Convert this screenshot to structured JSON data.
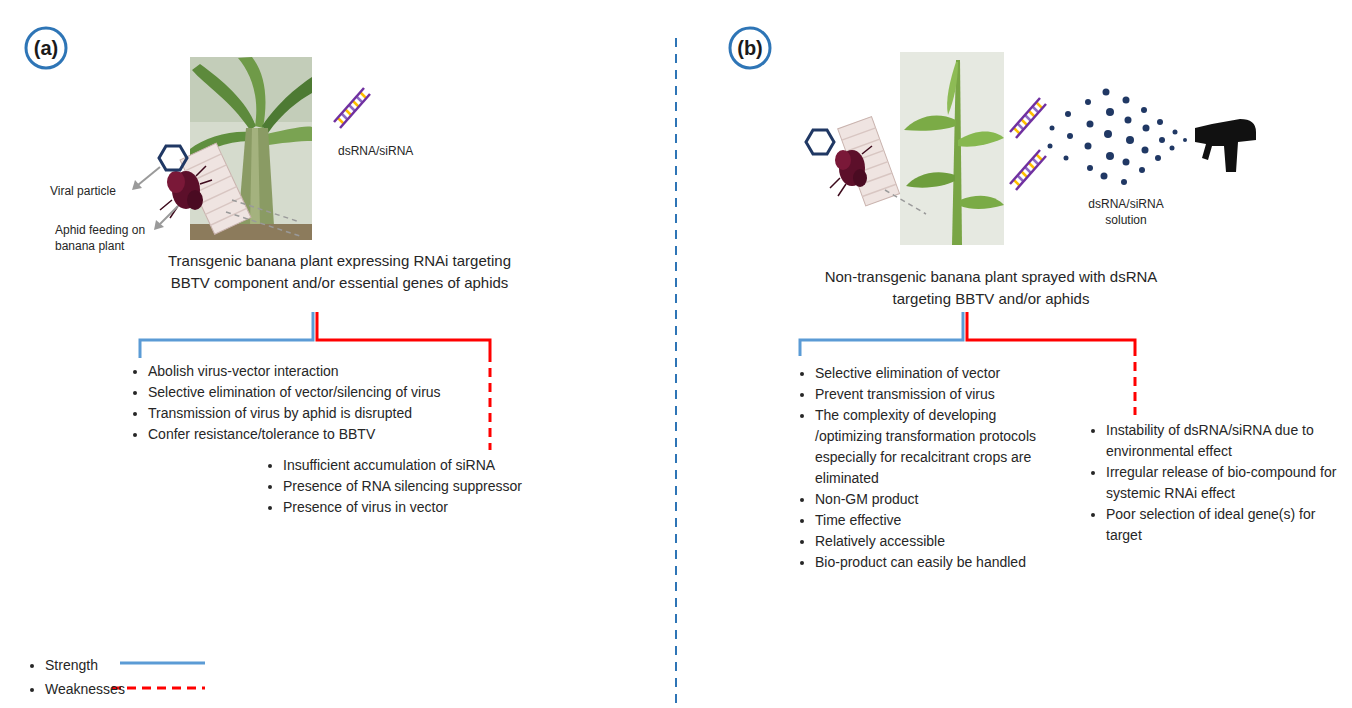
{
  "diagram": {
    "nodes": [
      {
        "text": [
          "(a)"
        ]
      },
      {
        "text": [
          "(b)"
        ]
      }
    ],
    "labels": [
      "Viral particle",
      "Aphid feeding on banana plant",
      "dsRNA/siRNA",
      "Transgenic banana plant expressing RNAi targeting BBTV component and/or essential genes of aphids",
      "Abolish virus-vector interaction",
      "Selective elimination of vector/silencing of virus",
      "Transmission of virus by aphid is disrupted",
      "Confer resistance/tolerance to BBTV",
      "Insufficient accumulation of siRNA",
      "Presence of RNA silencing suppressor",
      "Presence of virus in vector",
      "dsRNA/siRNA solution",
      "Non-transgenic banana plant sprayed with dsRNA targeting BBTV and/or aphids",
      "Selective elimination of vector",
      "Prevent transmission of virus",
      "The complexity of developing /optimizing transformation protocols especially for recalcitrant crops are eliminated",
      "Non-GM product",
      "Time effective",
      "Relatively accessible",
      "Bio-product can easily be handled",
      "Instability of dsRNA/siRNA due to environmental effect",
      "Irregular release of bio-compound for systemic RNAi effect",
      "Poor selection of ideal gene(s) for target"
    ],
    "legend": [
      {
        "text": "Strength"
      },
      {
        "text": "Weaknesses"
      }
    ]
  }
}
